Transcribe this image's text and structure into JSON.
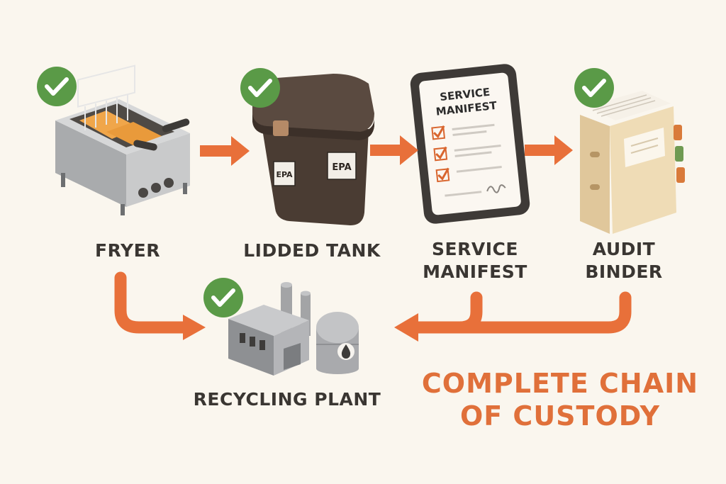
{
  "colors": {
    "background": "#faf6ee",
    "arrow": "#e8703a",
    "check_badge": "#5a9a47",
    "label_text": "#3a3632",
    "tagline": "#e0703a",
    "tank": "#4a3c33"
  },
  "steps": [
    {
      "label": "FRYER",
      "icon": "fryer-icon"
    },
    {
      "label": "LIDDED TANK",
      "icon": "tank-icon",
      "tag": "EPA"
    },
    {
      "label_line1": "SERVICE",
      "label_line2": "MANIFEST",
      "icon": "tablet-icon",
      "screen_title_line1": "SERVICE",
      "screen_title_line2": "MANIFEST"
    },
    {
      "label_line1": "AUDIT",
      "label_line2": "BINDER",
      "icon": "binder-icon"
    },
    {
      "label": "RECYCLING PLANT",
      "icon": "factory-icon"
    }
  ],
  "tagline": {
    "line1": "COMPLETE CHAIN",
    "line2": "OF CUSTODY"
  }
}
